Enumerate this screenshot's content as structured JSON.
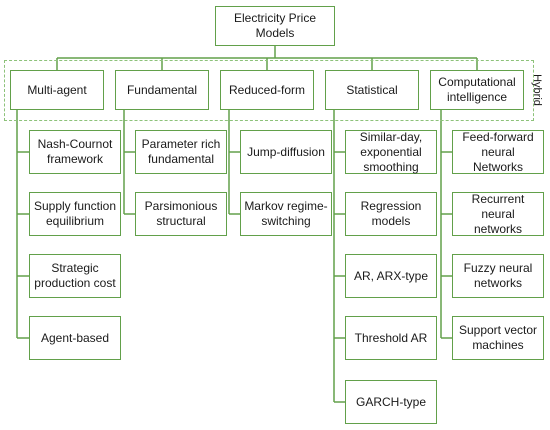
{
  "title": "Electricity Price Models",
  "hybrid_label": "Hybrid",
  "categories": [
    {
      "label": "Multi-agent",
      "children": [
        "Nash-Cournot framework",
        "Supply function equilibrium",
        "Strategic production cost",
        "Agent-based"
      ]
    },
    {
      "label": "Fundamental",
      "children": [
        "Parameter rich fundamental",
        "Parsimonious structural"
      ]
    },
    {
      "label": "Reduced-form",
      "children": [
        "Jump-diffusion",
        "Markov regime-switching"
      ]
    },
    {
      "label": "Statistical",
      "children": [
        "Similar-day, exponential smoothing",
        "Regression models",
        "AR, ARX-type",
        "Threshold AR",
        "GARCH-type"
      ]
    },
    {
      "label": "Computational intelligence",
      "children": [
        "Feed-forward neural Networks",
        "Recurrent neural networks",
        "Fuzzy neural networks",
        "Support vector machines"
      ]
    }
  ],
  "colors": {
    "line": "#62a04a",
    "dashed": "#8dc27a",
    "text": "#1a1a1a"
  }
}
